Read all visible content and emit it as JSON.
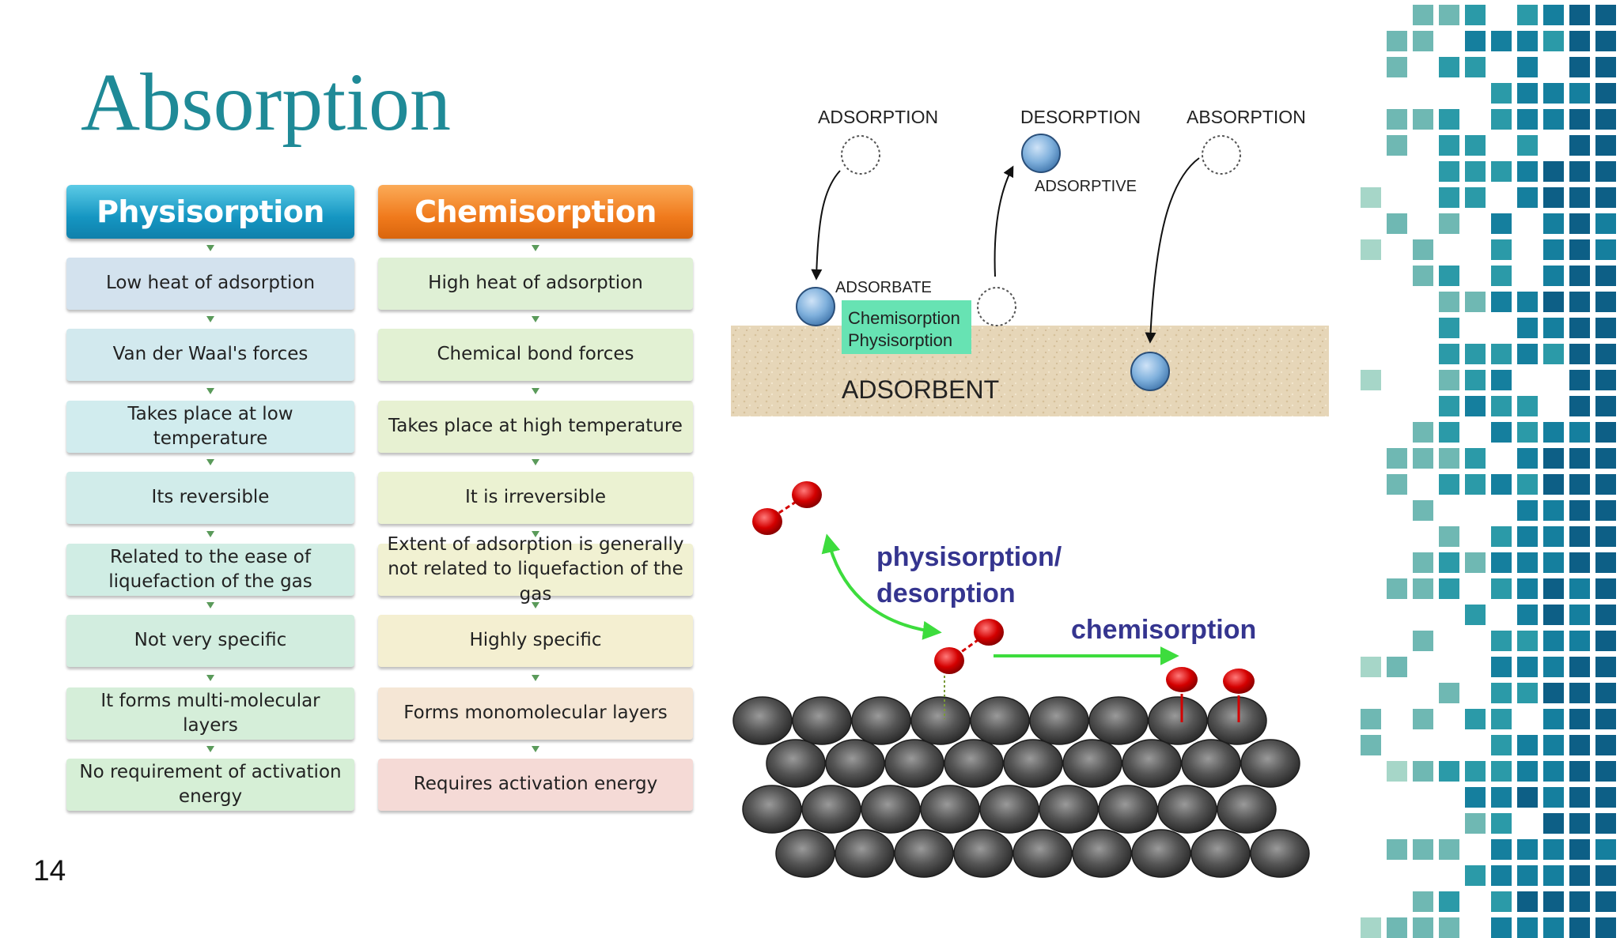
{
  "slide": {
    "title": "Absorption",
    "page_number": "14"
  },
  "table": {
    "physisorption_header": "Physisorption",
    "chemisorption_header": "Chemisorption",
    "physisorption": [
      "Low heat of adsorption",
      "Van der Waal's forces",
      "Takes place at low temperature",
      "Its reversible",
      "Related to the ease of liquefaction of the gas",
      "Not very specific",
      "It forms multi-molecular layers",
      "No requirement of activation energy"
    ],
    "chemisorption": [
      "High heat of adsorption",
      "Chemical bond forces",
      "Takes place at high temperature",
      "It is irreversible",
      "Extent of adsorption is generally not related to liquefaction of the gas",
      "Highly specific",
      "Forms monomolecular layers",
      "Requires activation energy"
    ],
    "physisorption_cell_colors": [
      "#d3e2ee",
      "#d2e9ee",
      "#d1ecee",
      "#d1ecea",
      "#d0ede4",
      "#d2eddf",
      "#d5eed9",
      "#d6efd6"
    ],
    "chemisorption_cell_colors": [
      "#dff0d5",
      "#e2f1d3",
      "#e7f1d2",
      "#ebf2d2",
      "#f1f1d2",
      "#f4efd1",
      "#f5e6d5",
      "#f5dad6"
    ]
  },
  "diagram_top": {
    "label_adsorption": "ADSORPTION",
    "label_desorption": "DESORPTION",
    "label_absorption": "ABSORPTION",
    "label_adsorptive": "ADSORPTIVE",
    "label_adsorbate": "ADSORBATE",
    "label_chemisorption": "Chemisorption",
    "label_physisorption": "Physisorption",
    "label_adsorbent": "ADSORBENT"
  },
  "diagram_bottom": {
    "label_physisorption_desorption_1": "physisorption/",
    "label_physisorption_desorption_2": "desorption",
    "label_chemisorption": "chemisorption"
  },
  "colors": {
    "title": "#1f8a97",
    "physisorption_header": "#1596c2",
    "chemisorption_header": "#f07a1c",
    "molecule_red": "#d40000",
    "arrow_green": "#3ddc3d",
    "label_navy": "#35358f"
  }
}
